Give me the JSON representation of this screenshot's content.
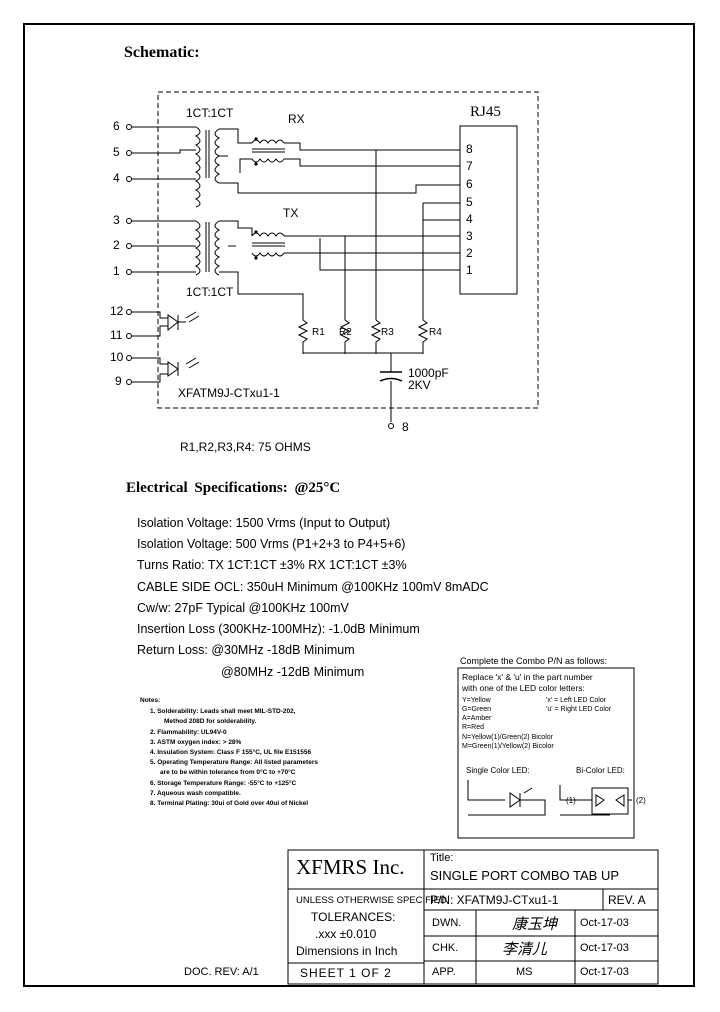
{
  "schematic": {
    "heading": "Schematic:",
    "part_label": "XFATM9J-CTxu1-1",
    "transformer_top": "1CT:1CT",
    "transformer_bottom": "1CT:1CT",
    "rx_label": "RX",
    "tx_label": "TX",
    "connector_label": "RJ45",
    "left_pins": [
      "6",
      "5",
      "4",
      "3",
      "2",
      "1"
    ],
    "led_pins": [
      "12",
      "11",
      "10",
      "9"
    ],
    "rj45_pins": [
      "8",
      "7",
      "6",
      "5",
      "4",
      "3",
      "2",
      "1"
    ],
    "resistors": [
      "R1",
      "R2",
      "R3",
      "R4"
    ],
    "capacitor_value": "1000pF",
    "capacitor_voltage": "2KV",
    "ground_pin": "8",
    "resistor_note": "R1,R2,R3,R4: 75 OHMS"
  },
  "electrical": {
    "heading": "Electrical Specifications: @25°C",
    "lines": [
      "Isolation Voltage: 1500 Vrms (Input to Output)",
      "Isolation Voltage: 500 Vrms (P1+2+3 to P4+5+6)",
      "Turns Ratio: TX 1CT:1CT ±3% RX 1CT:1CT ±3%",
      "CABLE SIDE OCL: 350uH Minimum @100KHz 100mV 8mADC",
      "Cw/w: 27pF Typical @100KHz 100mV",
      "Insertion Loss (300KHz-100MHz): -1.0dB Minimum",
      "Return Loss: @30MHz -18dB Minimum",
      "@80MHz -12dB Minimum"
    ]
  },
  "notes": {
    "heading": "Notes:",
    "items": [
      "1. Solderability: Leads shall meet MIL-STD-202,",
      "Method 208D for solderability.",
      "2. Flammability: UL94V-0",
      "3. ASTM oxygen index: > 28%",
      "4. Insulation System: Class F 155°C, UL file E151556",
      "5. Operating Temperature Range: All listed parameters",
      "are to be within tolerance from 0°C to +70°C",
      "6. Storage Temperature Range: -55°C to +125°C",
      "7. Aqueous wash compatible.",
      "8. Terminal Plating: 30ui of Gold over 40ui of Nickel"
    ]
  },
  "combo": {
    "heading": "Complete the Combo P/N as follows:",
    "intro_1": "Replace 'x' & 'u' in the part number",
    "intro_2": "with one of the LED color letters:",
    "left_list": [
      "Y=Yellow",
      "G=Green",
      "A=Amber",
      "R=Red",
      "N=Yellow(1)/Green(2) Bicolor",
      "M=Green(1)/Yellow(2) Bicolor"
    ],
    "x_note": "'x' = Left LED Color",
    "u_note": "'u' = Right LED Color",
    "single_label": "Single Color LED:",
    "bi_label": "Bi-Color LED:",
    "bi_1": "(1)",
    "bi_2": "(2)"
  },
  "title_block": {
    "company": "XFMRS Inc.",
    "title_label": "Title:",
    "title": "SINGLE PORT COMBO TAB UP",
    "spec_note": "UNLESS OTHERWISE SPECIFIED",
    "pn": "P/N: XFATM9J-CTxu1-1",
    "rev": "REV. A",
    "tolerances": "TOLERANCES:",
    "tol_value": ".xxx ±0.010",
    "dims": "Dimensions in Inch",
    "sheet": "SHEET 1 OF 2",
    "dwn_label": "DWN.",
    "dwn_name": "康玉坤",
    "dwn_date": "Oct-17-03",
    "chk_label": "CHK.",
    "chk_name": "李清儿",
    "chk_date": "Oct-17-03",
    "app_label": "APP.",
    "app_name": "MS",
    "app_date": "Oct-17-03",
    "doc_rev": "DOC. REV: A/1"
  }
}
